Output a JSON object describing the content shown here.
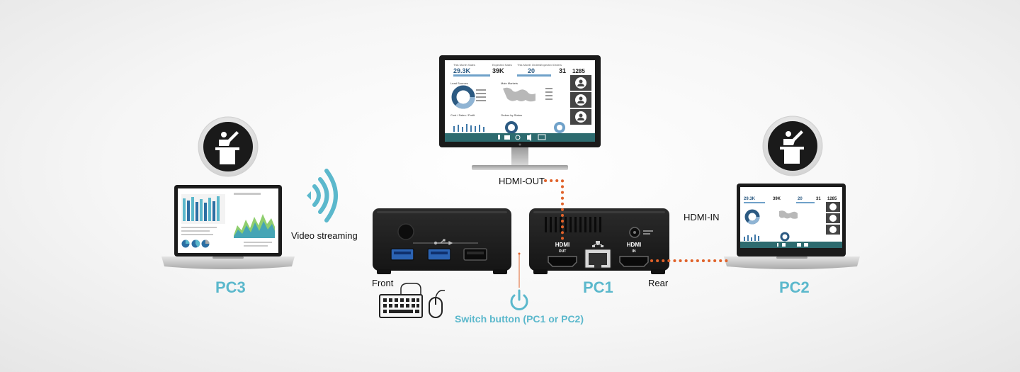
{
  "colors": {
    "accent": "#5bb8cc",
    "cable": "#e0622a",
    "device": "#1d1d1d",
    "chart_blue": "#2c5a82"
  },
  "nodes": {
    "pc3": "PC3",
    "pc1": "PC1",
    "pc2": "PC2"
  },
  "labels": {
    "video_streaming": "Video streaming",
    "hdmi_out": "HDMI-OUT",
    "hdmi_in": "HDMI-IN",
    "front": "Front",
    "rear": "Rear",
    "switch_button": "Switch button (PC1 or PC2)"
  },
  "ports": {
    "hdmi": "HDMI",
    "out": "OUT",
    "in": "IN"
  },
  "dashboard": {
    "kpi1_title": "This Month Sales",
    "kpi1_value": "29.3K",
    "kpi2_title": "Expected Sales",
    "kpi2_value": "39K",
    "kpi3_title": "This Month Orders",
    "kpi3_value": "20",
    "kpi4_title": "Expected Orders",
    "kpi4_value": "31",
    "counter_value": "1285",
    "lead_sources": "Lead Sources",
    "main_markets": "Main Markets",
    "cost_sales_profit": "Cost / Sales / Profit",
    "orders_by_status": "Orders by Status"
  },
  "icons": [
    "presenter-icon",
    "wifi-signal-icon",
    "power-icon",
    "keyboard-icon",
    "mouse-icon",
    "ethernet-port-icon",
    "usb-symbol-icon"
  ]
}
